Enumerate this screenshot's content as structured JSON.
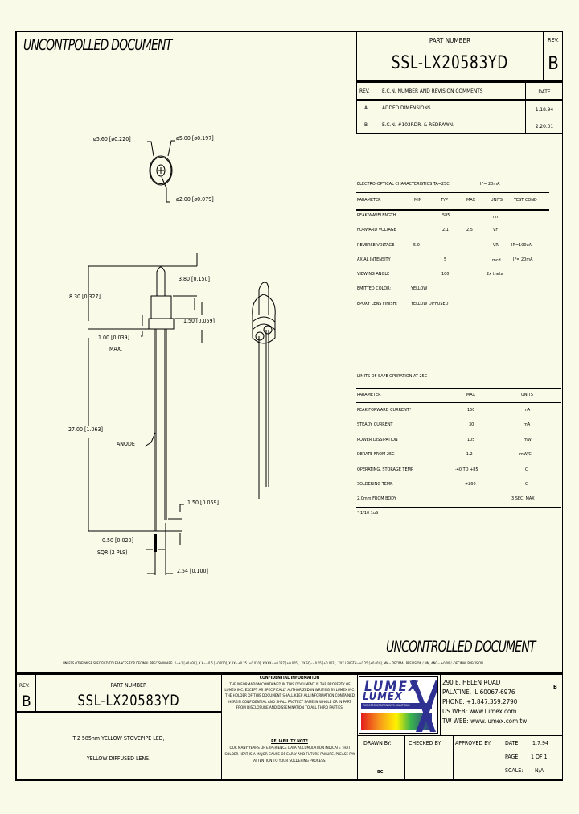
{
  "header": {
    "uncontrolled_top": "UNCONTPOLLED DOCUMENT",
    "part_number_label": "PART NUMBER",
    "part_number": "SSL-LX20583YD",
    "rev_label": "REV.",
    "rev_value": "B"
  },
  "revisions": {
    "columns": [
      "REV.",
      "E.C.N. NUMBER AND REVISION COMMENTS",
      "DATE"
    ],
    "rows": [
      {
        "rev": "A",
        "comment": "ADDED DIMENSIONS.",
        "date": "1.18.94"
      },
      {
        "rev": "B",
        "comment": "E.C.N. #103RDR. & REDRAWN.",
        "date": "2.20.01"
      }
    ]
  },
  "electro_optical": {
    "title": "ELECTRO-OPTICAL CHARACTERISTICS TA=25C",
    "condition": "IF= 20mA",
    "columns": [
      "PARAMETER",
      "MIN",
      "TYP",
      "MAX",
      "UNITS",
      "TEST COND"
    ],
    "rows": [
      {
        "param": "PEAK WAVELENGTH",
        "min": "",
        "typ": "585",
        "max": "",
        "units": "nm",
        "test": ""
      },
      {
        "param": "FORWARD VOLTAGE",
        "min": "",
        "typ": "2.1",
        "max": "2.5",
        "units": "VF",
        "test": ""
      },
      {
        "param": "REVERSE VOLTAGE",
        "min": "5.0",
        "typ": "",
        "max": "",
        "units": "VR",
        "test": "IR=100uA"
      },
      {
        "param": "AXIAL INTENSITY",
        "min": "",
        "typ": "5",
        "max": "",
        "units": "mcd",
        "test": "IF= 20mA"
      },
      {
        "param": "VIEWING ANGLE",
        "min": "",
        "typ": "100",
        "max": "",
        "units": "2x theta",
        "test": ""
      },
      {
        "param": "EMITTED COLOR:",
        "min": "YELLOW",
        "typ": "",
        "max": "",
        "units": "",
        "test": ""
      },
      {
        "param": "EPOXY LENS FINISH:",
        "min": "YELLOW DIFFUSED",
        "typ": "",
        "max": "",
        "units": "",
        "test": ""
      }
    ]
  },
  "safe_operation": {
    "title": "LIMITS OF SAFE OPERATION AT 25C",
    "columns": [
      "PARAMETER",
      "MAX",
      "UNITS"
    ],
    "rows": [
      {
        "param": "PEAK FORWARD CURRENT*",
        "max": "150",
        "units": "mA"
      },
      {
        "param": "STEADY CURRENT",
        "max": "30",
        "units": "mA"
      },
      {
        "param": "POWER DISSIPATION",
        "max": "105",
        "units": "mW"
      },
      {
        "param": "DERATE FROM 25C",
        "max": "-1.2",
        "units": "mW/C"
      },
      {
        "param": "OPERATING, STORAGE TEMP.",
        "max": "-40 TO +85",
        "units": "C"
      },
      {
        "param": "SOLDERING TEMP.",
        "max": "+260",
        "units": "C"
      },
      {
        "param": "2.0mm FROM BODY",
        "max": "",
        "units": "3 SEC. MAX"
      }
    ],
    "footnote": "* 1/10 1uS"
  },
  "drawing": {
    "dim_outer_dia": "ø5.60 [ø0.220]",
    "dim_body_dia": "ø5.00 [ø0.197]",
    "dim_tip_dia": "ø2.00 [ø0.079]",
    "dim_tip_height": "3.80 [0.150]",
    "dim_total_height": "8.30 [0.327]",
    "dim_flange": "1.50 [0.059]",
    "dim_standoff": "1.00 [0.039]",
    "dim_standoff_max": "MAX.",
    "dim_lead_length": "27.00 [1.063]",
    "anode_label": "ANODE",
    "dim_lead_diff": "1.50 [0.059]",
    "dim_lead_size": "0.50 [0.020]",
    "dim_lead_size_note": "SQR (2 PLS)",
    "dim_pitch": "2.54 [0.100]"
  },
  "footer": {
    "uncontrolled_bottom": "UNCONTROLLED DOCUMENT",
    "tolerance_note": "UNLESS OTHERWISE SPECIFIED TOLERANCES FOR DECIMAL PRECISION ARE: X=±1 [±0.039], X.X=±0.5 [±0.020], X.XX=±0.25 [±0.010], X.XXX=±0.127 [±0.005], .XX SQ=±0.05 [±0.002], .XXX LENGTH=±0.25 [±0.010], MM= DECIMAL PRECISION / MM, ANG= +0.00 / -DECIMAL PRECISION",
    "rev_label": "REV.",
    "rev_value": "B",
    "part_number_label": "PART NUMBER",
    "part_number": "SSL-LX20583YD",
    "description_line1": "T-2 585nm YELLOW STOVEPIPE LED,",
    "description_line2": "YELLOW DIFFUSED LENS.",
    "confidential_title": "CONFIDENTIAL INFORMATION",
    "confidential_text": "THE INFORMATION CONTAINED IN THIS DOCUMENT IS THE PROPERTY OF LUMEX INC. EXCEPT AS SPECIFICALLY AUTHORIZED IN WRITING BY LUMEX INC. THE HOLDER OF THIS DOCUMENT SHALL KEEP ALL INFORMATION CONTAINED HEREIN CONFIDENTIAL AND SHALL PROTECT SAME IN WHOLE OR IN PART FROM DISCLOSURE AND DISSEMINATION TO ALL THIRD PARTIES.",
    "reliability_title": "RELIABILITY NOTE",
    "reliability_text": "OUR MANY YEARS OF EXPERIENCE DATA ACCUMULATION INDICATE THAT SOLDER HEAT IS A MAJOR CAUSE OF EARLY AND FUTURE FAILURE. PLEASE PAY ATTENTION TO YOUR SOLDERING PROCESS.",
    "logo_text": "LUMEX",
    "logo_tagline": "THE OPTO COMPONENTS SOLUTIONS",
    "address_line1": "290 E. HELEN ROAD",
    "address_line2": "PALATINE, IL 60067-6976",
    "phone": "PHONE: +1.847.359.2790",
    "us_web": "US WEB: www.lumex.com",
    "tw_web": "TW WEB: www.lumex.com.tw",
    "sheet_size": "B",
    "drawn_by_label": "DRAWN BY:",
    "drawn_by": "BC",
    "checked_by_label": "CHECKED BY:",
    "approved_by_label": "APPROVED BY:",
    "date_label": "DATE:",
    "date_value": "1.7.94",
    "page_label": "PAGE",
    "page_value": "1 OF 1",
    "scale_label": "SCALE:",
    "scale_value": "N/A"
  }
}
